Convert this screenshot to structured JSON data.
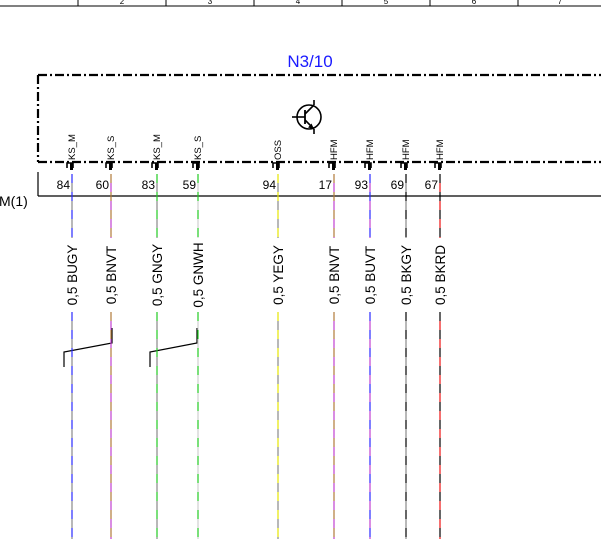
{
  "component": {
    "name": "N3/10"
  },
  "connector": {
    "name": "M(1)"
  },
  "colors": {
    "title": "#1a1aff",
    "BU": "#2a2aff",
    "VT": "#c040d0",
    "GN": "#22cc22",
    "GY": "#888888",
    "WH": "#cfcfcf",
    "YE": "#e6e600",
    "BK": "#000000",
    "RD": "#ee1111",
    "BN": "#b07a3a"
  },
  "icons": {
    "transistor": "transistor-icon"
  },
  "pins": [
    {
      "label": "KS_M",
      "number": "84",
      "wire": "0,5 BUGY",
      "c1": "#2a2aff",
      "c2": "#888888"
    },
    {
      "label": "KS_S",
      "number": "60",
      "wire": "0,5 BNVT",
      "c1": "#b07a3a",
      "c2": "#c040d0"
    },
    {
      "label": "KS_M",
      "number": "83",
      "wire": "0,5 GNGY",
      "c1": "#22cc22",
      "c2": "#888888"
    },
    {
      "label": "KS_S",
      "number": "59",
      "wire": "0,5 GNWH",
      "c1": "#22cc22",
      "c2": "#cfcfcf"
    },
    {
      "label": "OSS",
      "number": "94",
      "wire": "0,5 YEGY",
      "c1": "#e6e600",
      "c2": "#888888"
    },
    {
      "label": "HFM",
      "number": "17",
      "wire": "0,5 BNVT",
      "c1": "#b07a3a",
      "c2": "#c040d0"
    },
    {
      "label": "HFM",
      "number": "93",
      "wire": "0,5 BUVT",
      "c1": "#2a2aff",
      "c2": "#c040d0"
    },
    {
      "label": "HFM",
      "number": "69",
      "wire": "0,5 BKGY",
      "c1": "#000000",
      "c2": "#888888"
    },
    {
      "label": "HFM",
      "number": "67",
      "wire": "0,5 BKRD",
      "c1": "#000000",
      "c2": "#ee1111"
    }
  ],
  "header": {
    "numbers": [
      "2",
      "3",
      "4",
      "5",
      "6",
      "7"
    ]
  }
}
